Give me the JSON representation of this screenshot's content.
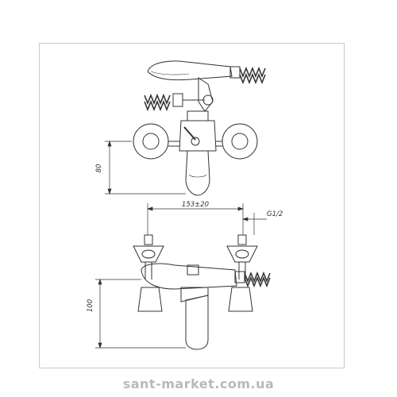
{
  "dimensions": {
    "front_height": "80",
    "spout_height": "100",
    "center_distance": "153±20",
    "thread": "G1/2"
  },
  "watermark": "sant-market.com.ua",
  "colors": {
    "line": "#333333",
    "frame": "#c9c9c9",
    "watermark": "#b9b9b9"
  }
}
